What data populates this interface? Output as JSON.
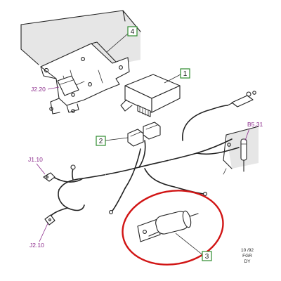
{
  "callouts": [
    {
      "id": "callout-1",
      "label": "1"
    },
    {
      "id": "callout-2",
      "label": "2"
    },
    {
      "id": "callout-3",
      "label": "3"
    },
    {
      "id": "callout-4",
      "label": "4"
    }
  ],
  "references": {
    "j2_20": "J2.20",
    "b5_31": "B5.31",
    "j1_10": "J1.10",
    "j2_10": "J2.10"
  },
  "drawing_tag": {
    "line1": "10 /92",
    "line2": "FGR",
    "line3": "DY"
  },
  "colors": {
    "callout_border": "#2e8b2e",
    "reference_text": "#8b2a8b",
    "highlight_circle": "#d11414"
  }
}
